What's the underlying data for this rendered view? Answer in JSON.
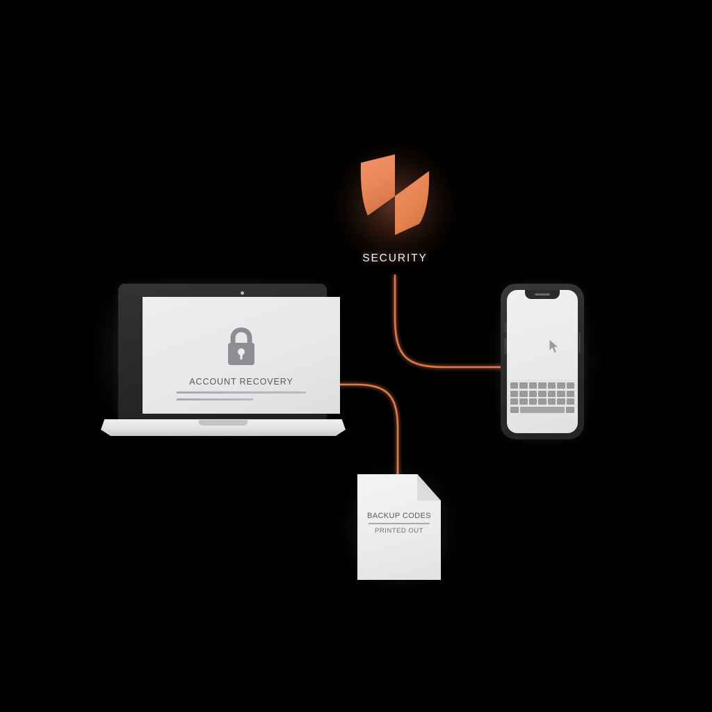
{
  "scene": {
    "title": "Account Recovery Security Diagram",
    "background_color": "#000000",
    "accent_color": "#E8875A",
    "connector_color": "#E0794A"
  },
  "security_node": {
    "label": "SECURITY",
    "icon": "shield-icon",
    "icon_color": "#E8875A"
  },
  "laptop": {
    "screen_title": "ACCOUNT RECOVERY",
    "icon": "padlock-icon",
    "icon_color": "#8E8E92",
    "body_color": "#2A2A2C",
    "screen_color": "#E8E8EA"
  },
  "phone": {
    "icon": "cursor-arrow-icon",
    "body_color": "#2B2B2D",
    "screen_color": "#E9E9EA",
    "keyboard": {
      "rows": [
        [
          "key",
          "key",
          "key",
          "key",
          "key",
          "key",
          "key"
        ],
        [
          "key",
          "key",
          "key",
          "key",
          "key",
          "key",
          "key"
        ],
        [
          "key",
          "key",
          "key",
          "key",
          "key",
          "key",
          "key"
        ],
        [
          "key",
          "space",
          "key"
        ]
      ]
    }
  },
  "document": {
    "title": "BACKUP CODES",
    "subtitle": "PRINTED OUT",
    "paper_color": "#ECECED"
  },
  "connectors": [
    {
      "name": "security-to-phone",
      "from": "security-node",
      "to": "phone"
    },
    {
      "name": "laptop-to-document",
      "from": "laptop",
      "to": "document"
    }
  ]
}
